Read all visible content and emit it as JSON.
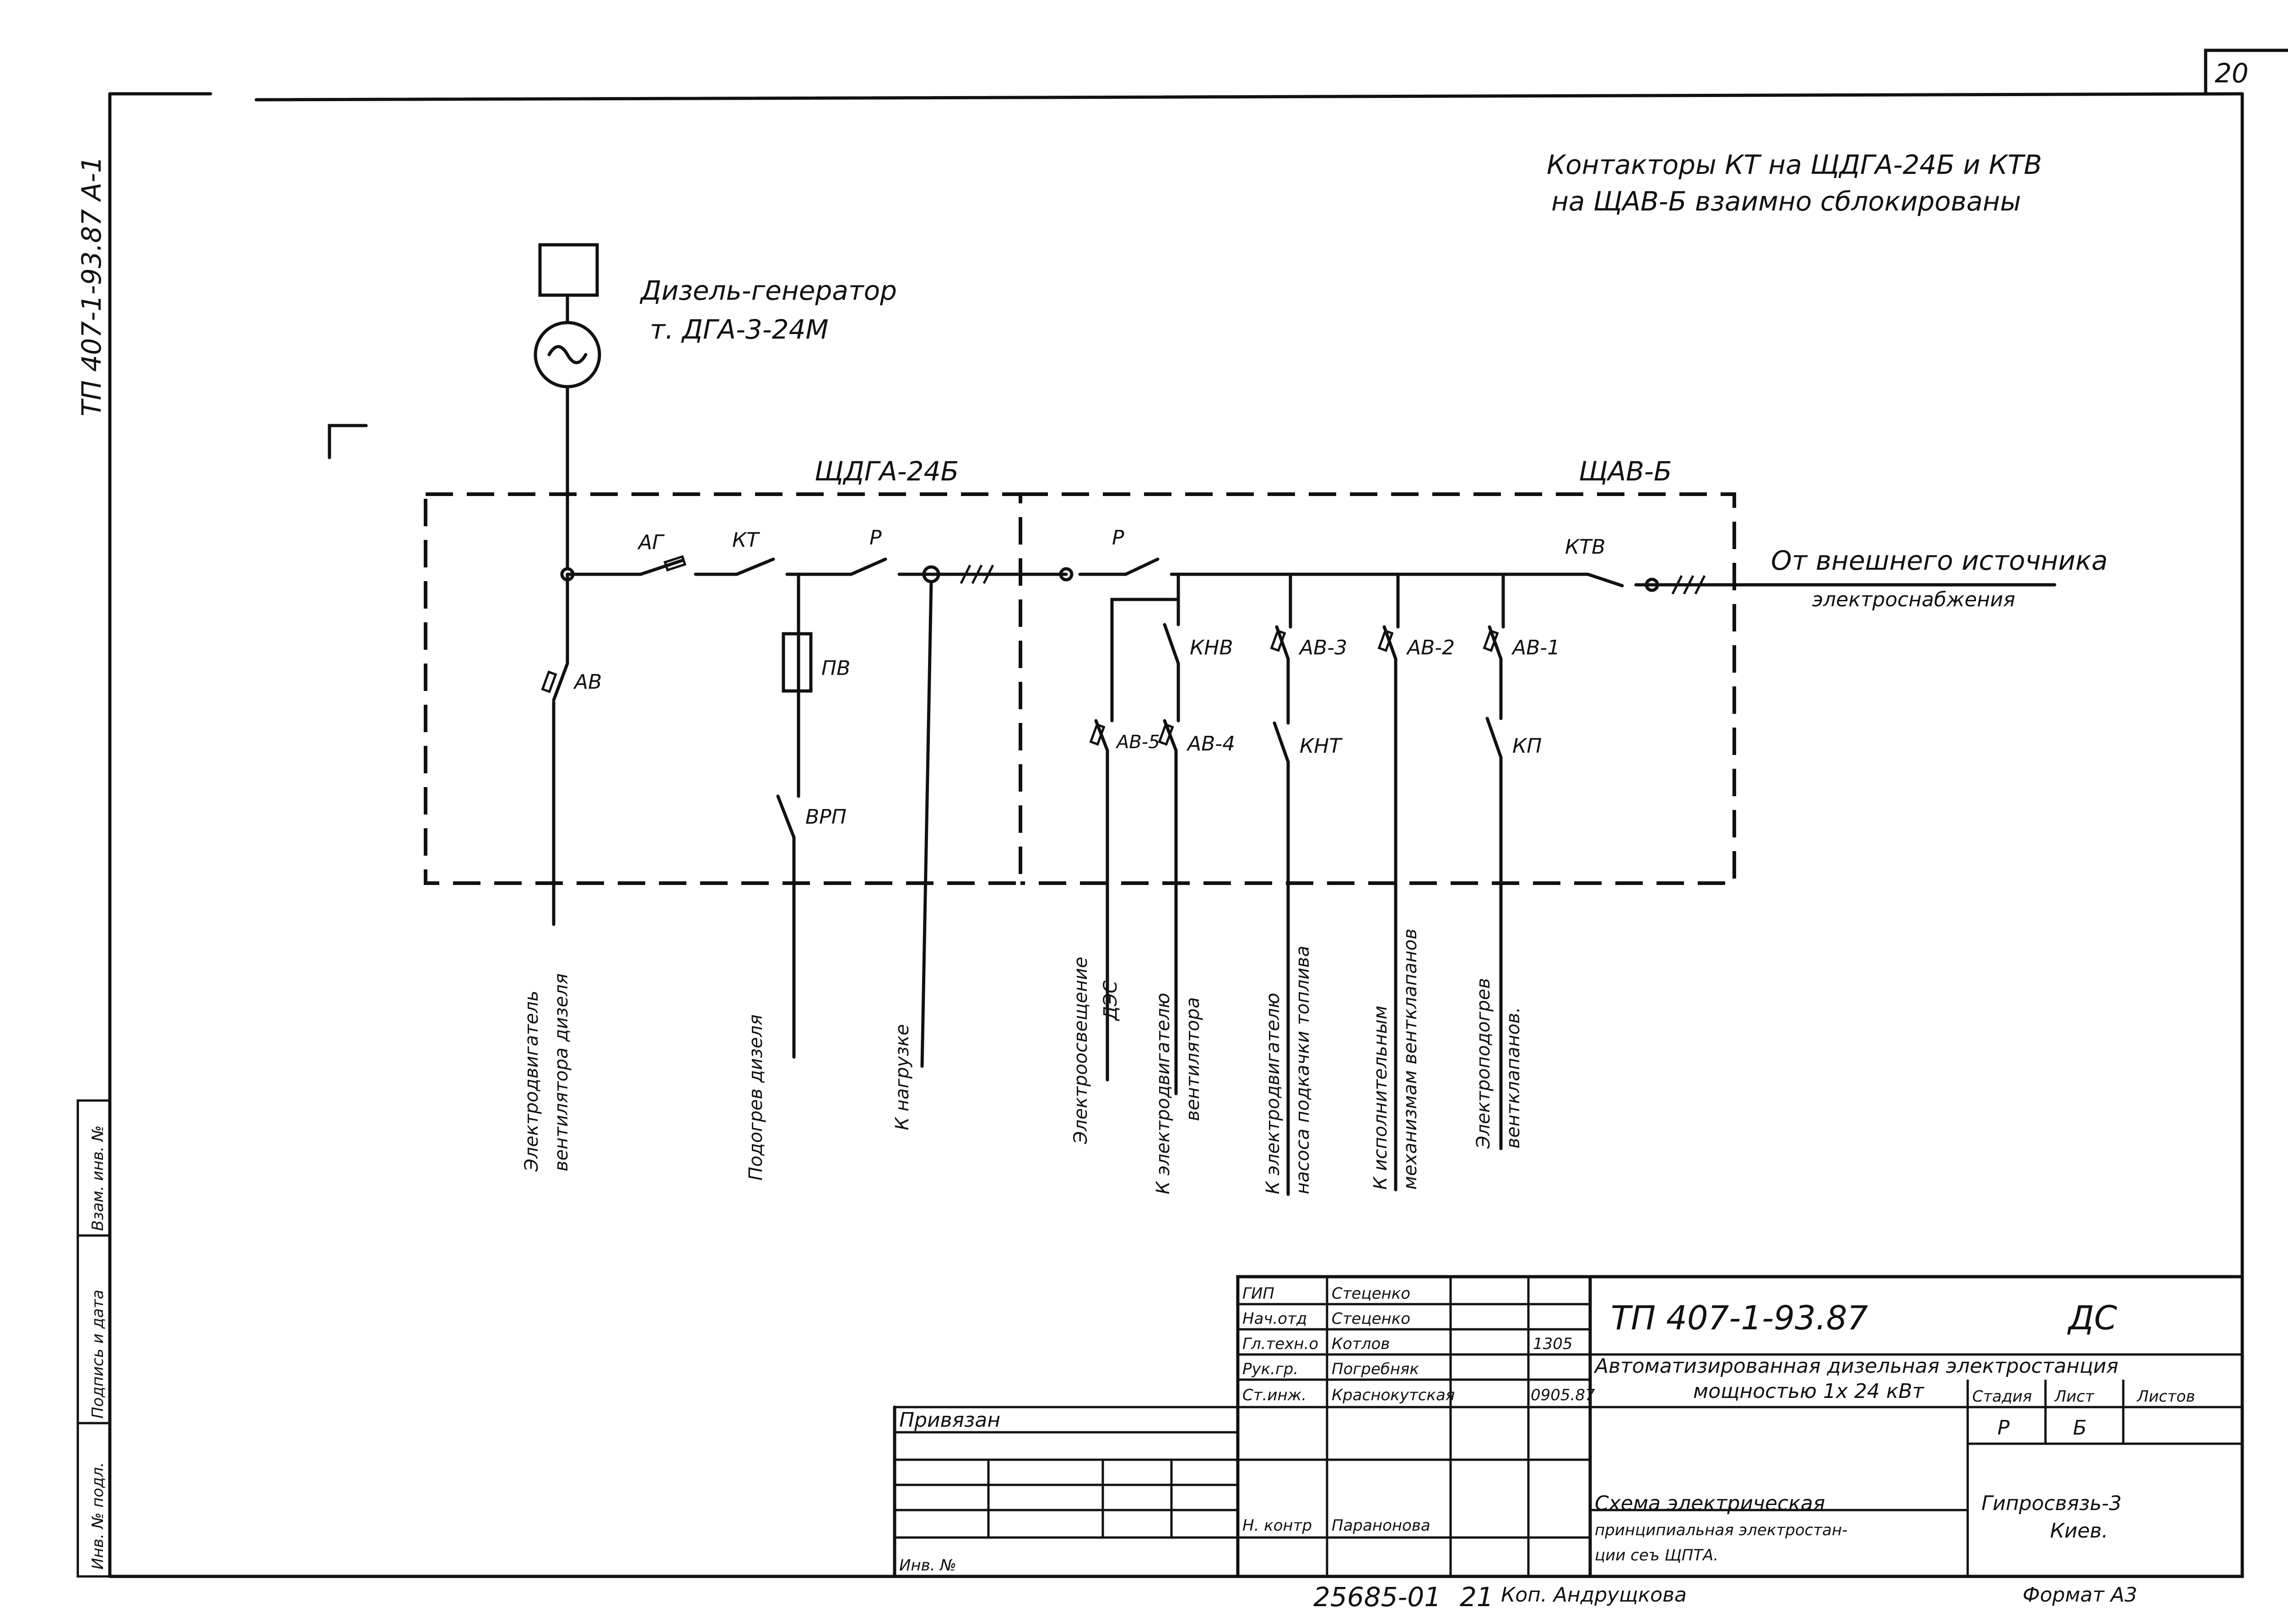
{
  "sheet": {
    "page_number": "20",
    "side_code": "ТП 407-1-93.87 А-1",
    "note_line1": "Контакторы КТ на ЩДГА-24Б и КТВ",
    "note_line2": "на ЩАВ-Б взаимно сблокированы",
    "generator_line1": "Дизель-генератор",
    "generator_line2": "т. ДГА-3-24М",
    "panel1": "ЩДГА-24Б",
    "panel2": "ЩАВ-Б",
    "external_line1": "От внешнего источника",
    "external_line2": "электроснабжения"
  },
  "devices": {
    "ag": "АГ",
    "kt": "КТ",
    "p1": "Р",
    "p2": "Р",
    "ktv": "КТВ",
    "av": "АВ",
    "pv": "ПВ",
    "vrp": "ВРП",
    "knv": "КНВ",
    "av3": "АВ-3",
    "av2": "АВ-2",
    "av1": "АВ-1",
    "av5": "АВ-5",
    "av4": "АВ-4",
    "knt": "КНТ",
    "kp": "КП"
  },
  "feeders": {
    "f1a": "Электродвигатель",
    "f1b": "вентилятора дизеля",
    "f2a": "Подогрев дизеля",
    "f3a": "К нагрузке",
    "f4a": "Электроосвещение",
    "f4b": "ДЭС",
    "f5a": "К электродвигателю",
    "f5b": "вентилятора",
    "f6a": "К электродвигателю",
    "f6b": "насоса подкачки топлива",
    "f7a": "К исполнительным",
    "f7b": "механизмам вентклапанов",
    "f8a": "Электроподогрев",
    "f8b": "вентклапанов."
  },
  "side_stamp": {
    "c1": "Инв. № подл.",
    "c2": "Подпись и дата",
    "c3": "Взам. инв. №"
  },
  "title_block": {
    "r1_role": "ГИП",
    "r1_name": "Стеценко",
    "r2_role": "Нач.отд",
    "r2_name": "Стеценко",
    "r3_role": "Гл.техн.о",
    "r3_name": "Котлов",
    "r3_date": "1305",
    "r4_role": "Рук.гр.",
    "r4_name": "Погребняк",
    "r5_role": "Ст.инж.",
    "r5_name": "Краснокутская",
    "r5_date": "0905.87",
    "r6_role": "Н. контр",
    "r6_name": "Паранонова",
    "doc_code": "ТП 407-1-93.87",
    "doc_mark": "ДС",
    "project_line1": "Автоматизированная дизельная электростанция",
    "project_line2": "мощностью 1х 24 кВт",
    "stage_h": "Стадия",
    "sheet_h": "Лист",
    "sheets_h": "Листов",
    "stage_v": "Р",
    "sheet_v": "Б",
    "drawing_line1": "Схема электрическая",
    "drawing_line2": "принципиальная электростан-",
    "drawing_line3": "ции сеъ ЩПТА.",
    "org_line1": "Гипросвязь-3",
    "org_line2": "Киев.",
    "privyazan": "Привязан",
    "inv_no": "Инв. №",
    "bottom_num": "25685-01",
    "bottom_sheet": "21",
    "copied": "Коп. Андрущкова",
    "format": "Формат А3"
  }
}
